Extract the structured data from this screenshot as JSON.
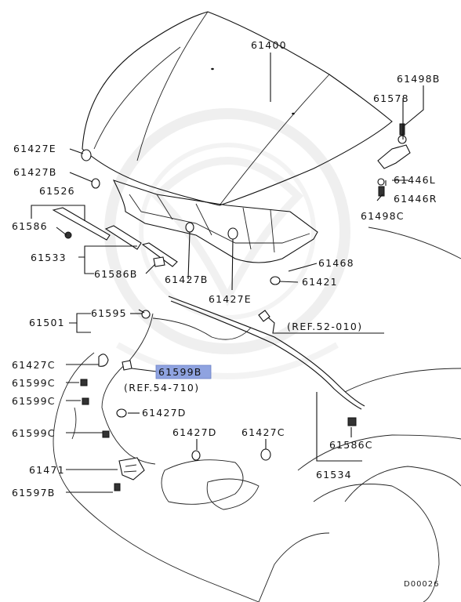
{
  "colors": {
    "highlight": "#8fa3e0",
    "line": "#111111",
    "watermark": "#e6e6e6"
  },
  "diagram_code": "D00026",
  "callouts": {
    "hood": "61400",
    "bolt_hinge_top": "61498B",
    "hinge_nut": "61578",
    "hinge_l": "61446L",
    "hinge_r": "61446R",
    "bolt_hinge_bottom": "61498C",
    "bumper_e_left": "61427E",
    "bumper_b_left": "61427B",
    "weatherstrip_group": "61526",
    "clip_c_left": "61586",
    "seal_front": "61533",
    "clip_b_left": "61586B",
    "bumper_b_center": "61427B",
    "bumper_e_center": "61427E",
    "insulator": "61468",
    "clip_61421": "61421",
    "cable_group": "61501",
    "grommet": "61595",
    "ref_lower_left": "(REF.52-010)",
    "bumper_c_left": "61427C",
    "clip_c_1": "61599C",
    "clip_c_2": "61599C",
    "highlighted_part": "61599B",
    "ref_54": "(REF.54-710)",
    "bumper_d_left": "61427D",
    "clip_c_3": "61599C",
    "bumper_d_center": "61427D",
    "bumper_c_center": "61427C",
    "clip_c_right": "61586C",
    "latch": "61471",
    "bolt_latch": "61597B",
    "weatherstrip_right": "61534"
  }
}
